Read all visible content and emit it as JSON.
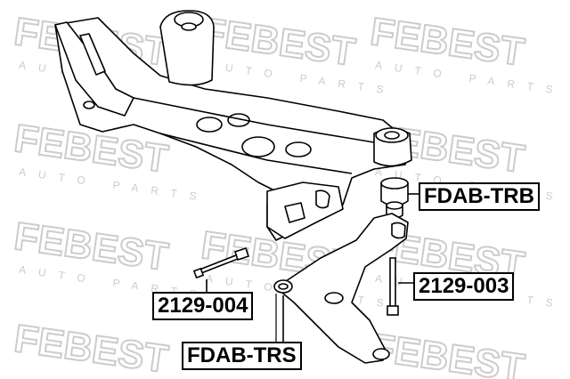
{
  "watermark": {
    "brand": "FEBEST",
    "tagline": "AUTO PARTS",
    "color": "#d9d9d9"
  },
  "labels": {
    "bushing_rear": "FDAB-TRB",
    "bolt_left": "2129-004",
    "bolt_right": "2129-003",
    "bushing_front": "FDAB-TRS"
  },
  "colors": {
    "line": "#000000",
    "fill": "#ffffff"
  }
}
